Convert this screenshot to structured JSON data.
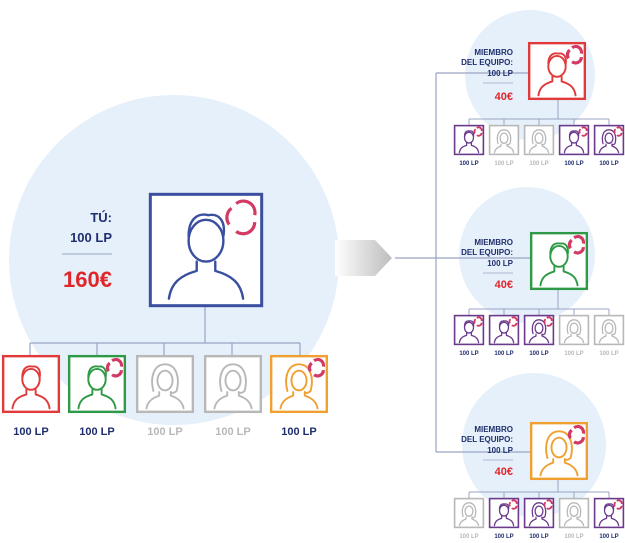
{
  "you": {
    "label": "TÚ:",
    "points": "100 LP",
    "amount": "160€",
    "border_color": "#3a4fa0"
  },
  "children": [
    {
      "label": "100 LP",
      "color": "#e03a3a",
      "gender": "male",
      "active": true,
      "refresh": false
    },
    {
      "label": "100 LP",
      "color": "#2e9a47",
      "gender": "male",
      "active": true,
      "refresh": true
    },
    {
      "label": "100 LP",
      "color": "#b8b8b8",
      "gender": "female",
      "active": false,
      "refresh": false
    },
    {
      "label": "100 LP",
      "color": "#b8b8b8",
      "gender": "female",
      "active": false,
      "refresh": false
    },
    {
      "label": "100 LP",
      "color": "#f0a030",
      "gender": "female",
      "active": true,
      "refresh": true
    }
  ],
  "teams": [
    {
      "label_line1": "MIEMBRO",
      "label_line2": "DEL EQUIPO:",
      "points": "100 LP",
      "amount": "40€",
      "color": "#e03a3a",
      "gender": "male",
      "members": [
        {
          "label": "100 LP",
          "color": "#6a3a8c",
          "gender": "male",
          "active": true,
          "refresh": true
        },
        {
          "label": "100 LP",
          "color": "#b8b8b8",
          "gender": "female",
          "active": false,
          "refresh": false
        },
        {
          "label": "100 LP",
          "color": "#b8b8b8",
          "gender": "female",
          "active": false,
          "refresh": false
        },
        {
          "label": "100 LP",
          "color": "#6a3a8c",
          "gender": "male",
          "active": true,
          "refresh": true
        },
        {
          "label": "100 LP",
          "color": "#6a3a8c",
          "gender": "female",
          "active": true,
          "refresh": true
        }
      ]
    },
    {
      "label_line1": "MIEMBRO",
      "label_line2": "DEL EQUIPO:",
      "points": "100 LP",
      "amount": "40€",
      "color": "#2e9a47",
      "gender": "male",
      "members": [
        {
          "label": "100 LP",
          "color": "#6a3a8c",
          "gender": "male",
          "active": true,
          "refresh": true
        },
        {
          "label": "100 LP",
          "color": "#6a3a8c",
          "gender": "male",
          "active": true,
          "refresh": true
        },
        {
          "label": "100 LP",
          "color": "#6a3a8c",
          "gender": "female",
          "active": true,
          "refresh": true
        },
        {
          "label": "100 LP",
          "color": "#b8b8b8",
          "gender": "female",
          "active": false,
          "refresh": false
        },
        {
          "label": "100 LP",
          "color": "#b8b8b8",
          "gender": "female",
          "active": false,
          "refresh": false
        }
      ]
    },
    {
      "label_line1": "MIEMBRO",
      "label_line2": "DEL EQUIPO:",
      "points": "100 LP",
      "amount": "40€",
      "color": "#f0a030",
      "gender": "female",
      "members": [
        {
          "label": "100 LP",
          "color": "#b8b8b8",
          "gender": "female",
          "active": false,
          "refresh": false
        },
        {
          "label": "100 LP",
          "color": "#6a3a8c",
          "gender": "male",
          "active": true,
          "refresh": true
        },
        {
          "label": "100 LP",
          "color": "#6a3a8c",
          "gender": "female",
          "active": true,
          "refresh": true
        },
        {
          "label": "100 LP",
          "color": "#b8b8b8",
          "gender": "female",
          "active": false,
          "refresh": false
        },
        {
          "label": "100 LP",
          "color": "#6a3a8c",
          "gender": "male",
          "active": true,
          "refresh": true
        }
      ]
    }
  ],
  "colors": {
    "circle": "#e6f0fa",
    "connector": "#9aa4c4",
    "amount": "#e0262b",
    "text_dark": "#1f2e6e",
    "refresh": "#d23a64",
    "arrow": "#c8c8c8"
  }
}
